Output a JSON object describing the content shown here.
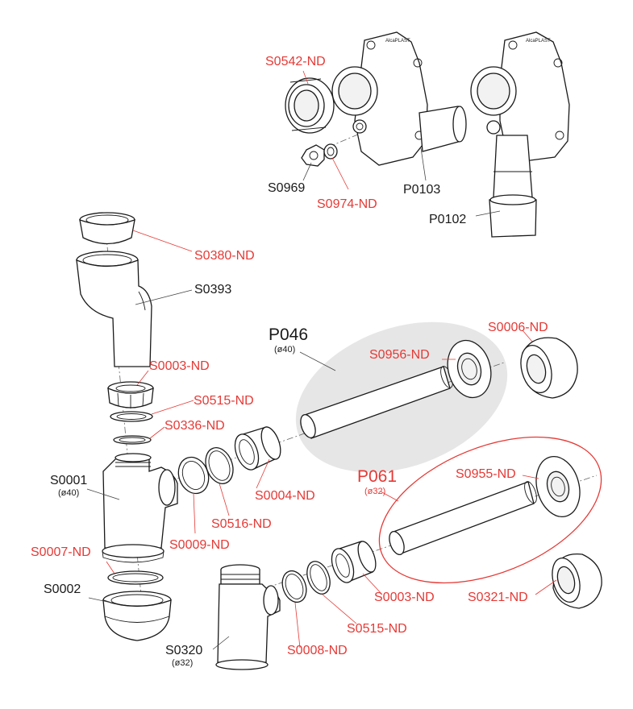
{
  "colors": {
    "label_red": "#e53935",
    "label_black": "#1a1a1a",
    "highlight_gray": "#e6e6e6",
    "outline": "#1a1a1a"
  },
  "brand_mark": "AlcaPLAST",
  "labels": {
    "s0542": "S0542-ND",
    "s0969": "S0969",
    "s0974": "S0974-ND",
    "p0103": "P0103",
    "p0102": "P0102",
    "s0380": "S0380-ND",
    "s0393": "S0393",
    "s0003_top": "S0003-ND",
    "s0515_top": "S0515-ND",
    "s0336": "S0336-ND",
    "s0001": "S0001",
    "s0001_sub": "(ø40)",
    "s0004": "S0004-ND",
    "s0516": "S0516-ND",
    "s0009": "S0009-ND",
    "s0007": "S0007-ND",
    "s0002": "S0002",
    "p046": "P046",
    "p046_sub": "(ø40)",
    "s0956": "S0956-ND",
    "s0006": "S0006-ND",
    "p061": "P061",
    "p061_sub": "(ø32)",
    "s0955": "S0955-ND",
    "s0003_bottom": "S0003-ND",
    "s0321": "S0321-ND",
    "s0515_bottom": "S0515-ND",
    "s0008": "S0008-ND",
    "s0320": "S0320",
    "s0320_sub": "(ø32)"
  }
}
